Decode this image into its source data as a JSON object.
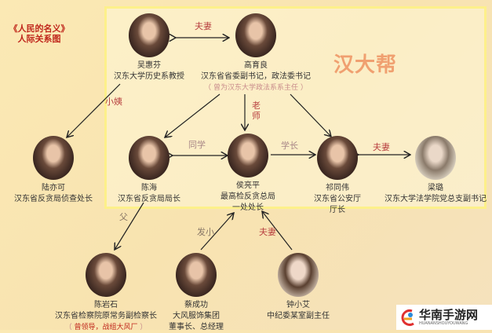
{
  "title": {
    "line1": "《人民的名义》",
    "line2": "人际关系图"
  },
  "group_label": "汉大帮",
  "people": {
    "wu": {
      "name": "吴惠芬",
      "title": "汉东大学历史系教授"
    },
    "gao": {
      "name": "高育良",
      "title": "汉东省省委副书记，政法委书记",
      "note": "（ 曾为汉东大学政法系系主任 ）"
    },
    "lu": {
      "name": "陆亦可",
      "title": "汉东省反贪局侦查处长"
    },
    "chenhai": {
      "name": "陈海",
      "title": "汉东省反贪局局长"
    },
    "hou": {
      "name": "侯亮平",
      "title": "最高检反贪总局",
      "title2": "一处处长"
    },
    "qi": {
      "name": "祁同伟",
      "title": "汉东省公安厅",
      "title2": "厅长"
    },
    "liang": {
      "name": "梁璐",
      "title": "汉东大学法学院党总支副书记"
    },
    "chenyanshi": {
      "name": "陈岩石",
      "title": "汉东省检察院原常务副检察长",
      "note_pre": "（ ",
      "note": "曾领导，战组大风厂",
      "note_post": " ）"
    },
    "cai": {
      "name": "蔡成功",
      "title": "大风服饰集团",
      "title2": "董事长、总经理"
    },
    "zhong": {
      "name": "钟小艾",
      "title": "中纪委某室副主任"
    }
  },
  "relations": {
    "wu_gao": "夫妻",
    "wu_lu": "小姨",
    "gao_hou": "老师",
    "chen_hou": "同学",
    "hou_qi": "学长",
    "qi_liang": "夫妻",
    "chen_father": "父",
    "cai_hou": "发小",
    "zhong_hou": "夫妻"
  },
  "watermark": {
    "name": "华南手游网",
    "sub": "HUANANSHOUYOUWANG"
  }
}
